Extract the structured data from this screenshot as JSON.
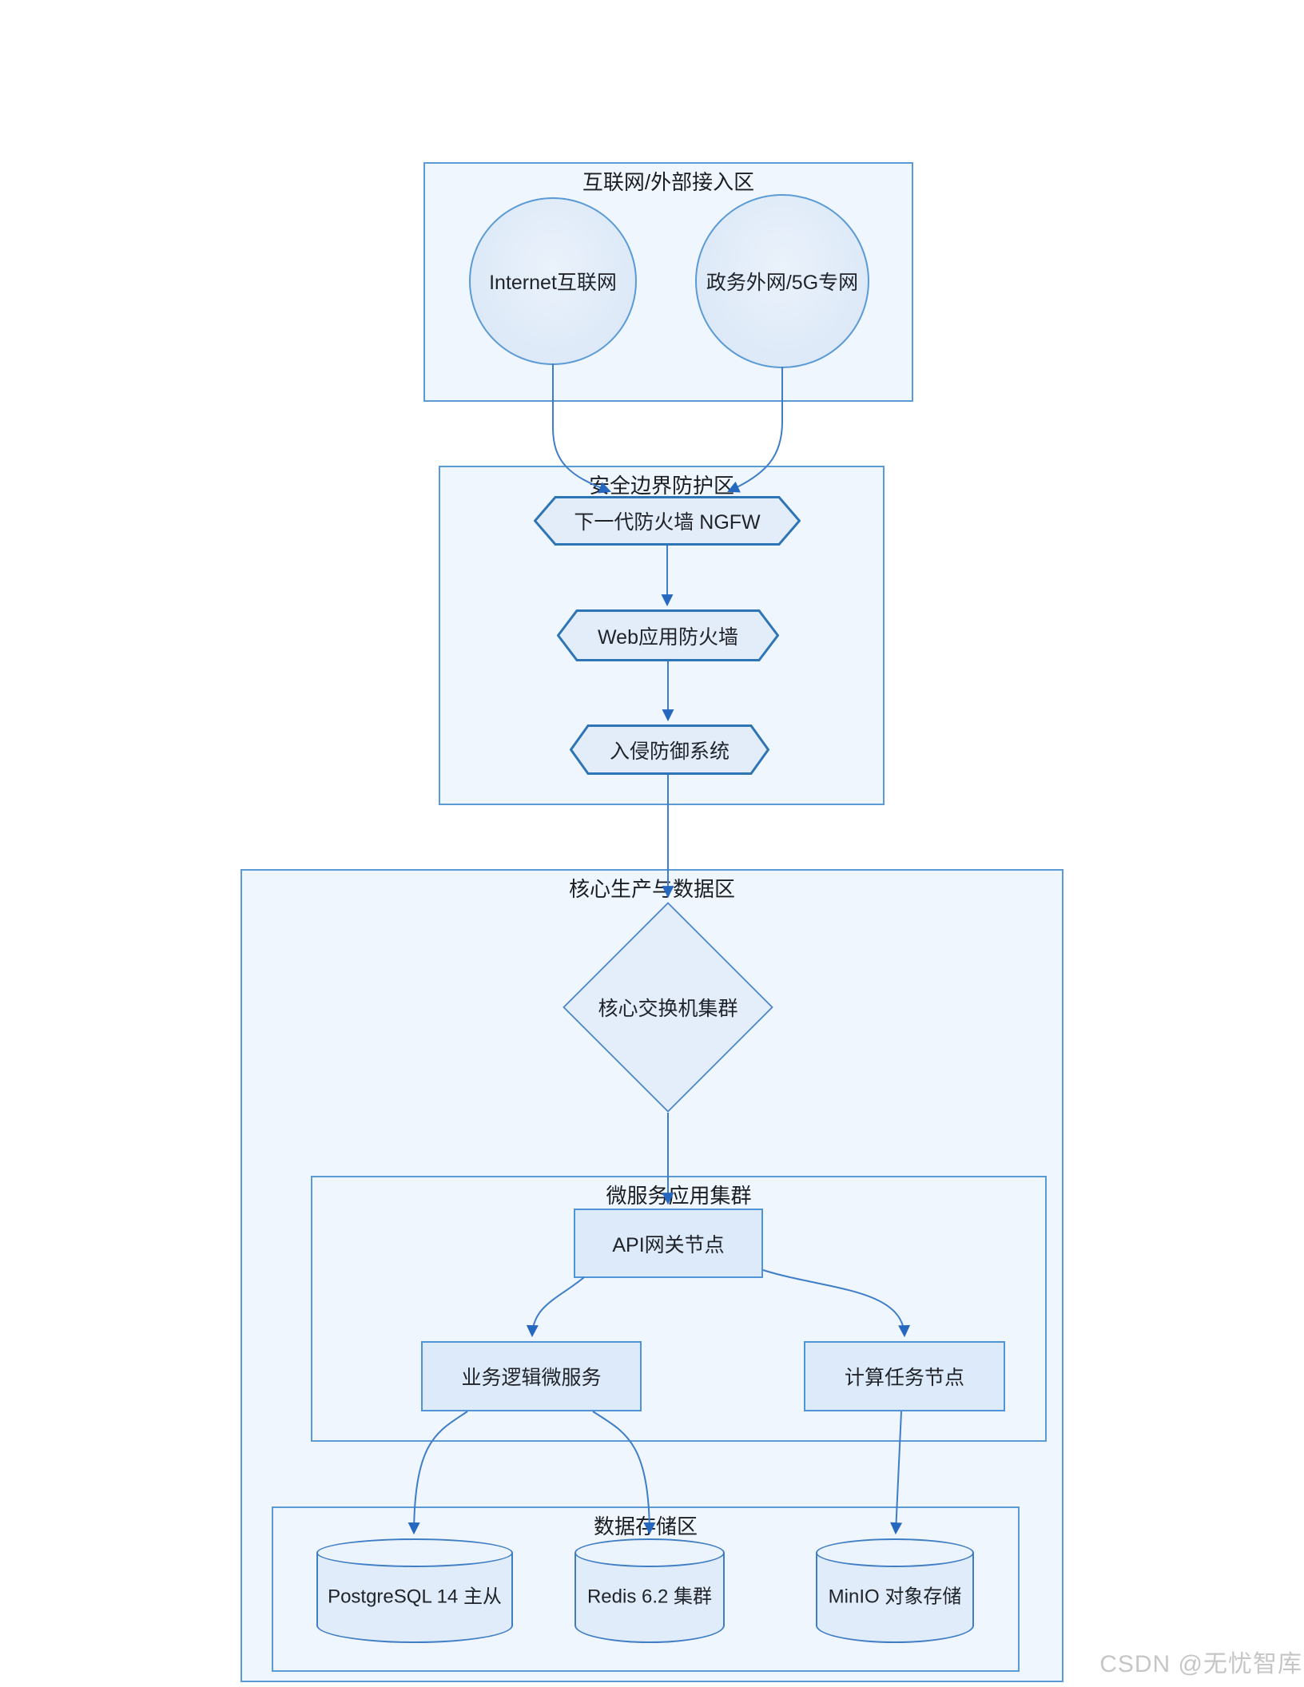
{
  "zones": {
    "external": {
      "title": "互联网/外部接入区"
    },
    "security": {
      "title": "安全边界防护区"
    },
    "core": {
      "title": "核心生产与数据区"
    },
    "microservices": {
      "title": "微服务应用集群"
    },
    "storage": {
      "title": "数据存储区"
    }
  },
  "nodes": {
    "internet": {
      "label": "Internet互联网",
      "shape": "ellipse"
    },
    "gov": {
      "label": "政务外网/5G专网",
      "shape": "ellipse"
    },
    "ngfw": {
      "label": "下一代防火墙 NGFW",
      "shape": "hexagon"
    },
    "waf": {
      "label": "Web应用防火墙",
      "shape": "hexagon"
    },
    "ips": {
      "label": "入侵防御系统",
      "shape": "hexagon"
    },
    "coreSwitch": {
      "label": "核心交换机集群",
      "shape": "diamond"
    },
    "apiGateway": {
      "label": "API网关节点",
      "shape": "rect"
    },
    "bizService": {
      "label": "业务逻辑微服务",
      "shape": "rect"
    },
    "computeNode": {
      "label": "计算任务节点",
      "shape": "rect"
    },
    "postgres": {
      "label": "PostgreSQL 14 主从",
      "shape": "cylinder"
    },
    "redis": {
      "label": "Redis 6.2 集群",
      "shape": "cylinder"
    },
    "minio": {
      "label": "MinIO 对象存储",
      "shape": "cylinder"
    }
  },
  "edges": [
    {
      "from": "internet",
      "to": "ngfw"
    },
    {
      "from": "gov",
      "to": "ngfw"
    },
    {
      "from": "ngfw",
      "to": "waf"
    },
    {
      "from": "waf",
      "to": "ips"
    },
    {
      "from": "ips",
      "to": "coreSwitch"
    },
    {
      "from": "coreSwitch",
      "to": "apiGateway"
    },
    {
      "from": "apiGateway",
      "to": "bizService"
    },
    {
      "from": "apiGateway",
      "to": "computeNode"
    },
    {
      "from": "bizService",
      "to": "postgres"
    },
    {
      "from": "bizService",
      "to": "redis"
    },
    {
      "from": "computeNode",
      "to": "minio"
    }
  ],
  "watermark": "CSDN @无忧智库",
  "colors": {
    "zone_fill": "#f0f6fd",
    "zone_border": "#5b9bd5",
    "node_fill": "#ddeaf9",
    "hexagon_border": "#2e75b6",
    "rect_border": "#4f94d6",
    "cylinder_border": "#3f7dc4",
    "connector": "#3e7dc8",
    "arrowhead": "#2667bf",
    "text": "#1f2329",
    "watermark": "#c6c6c6"
  }
}
